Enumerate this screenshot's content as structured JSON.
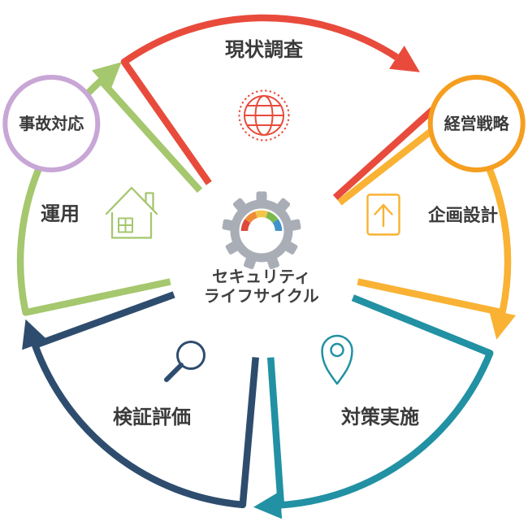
{
  "center": {
    "line1": "セキュリティ",
    "line2": "ライフサイクル"
  },
  "segments": [
    {
      "id": "current-survey",
      "label": "現状調査",
      "color": "#e84b3c",
      "icon": "globe-icon"
    },
    {
      "id": "planning-design",
      "label": "企画設計",
      "color": "#f9b233",
      "icon": "document-upload-icon"
    },
    {
      "id": "implementation",
      "label": "対策実施",
      "color": "#2191a3",
      "icon": "map-pin-icon"
    },
    {
      "id": "verification",
      "label": "検証評価",
      "color": "#2e4d6e",
      "icon": "magnifier-icon"
    },
    {
      "id": "operation",
      "label": "運用",
      "color": "#a5c76e",
      "icon": "house-icon"
    }
  ],
  "satellites": [
    {
      "id": "incident-response",
      "label": "事故対応",
      "color": "#c8a6d6"
    },
    {
      "id": "management-strategy",
      "label": "経営戦略",
      "color": "#f59e1f"
    }
  ],
  "gear": {
    "color": "#a9aeb6",
    "gauge_colors": [
      "#db4a3b",
      "#ee8c35",
      "#f3c54a",
      "#7db84d",
      "#3f93c8"
    ]
  },
  "text_color": "#3a3a3a"
}
